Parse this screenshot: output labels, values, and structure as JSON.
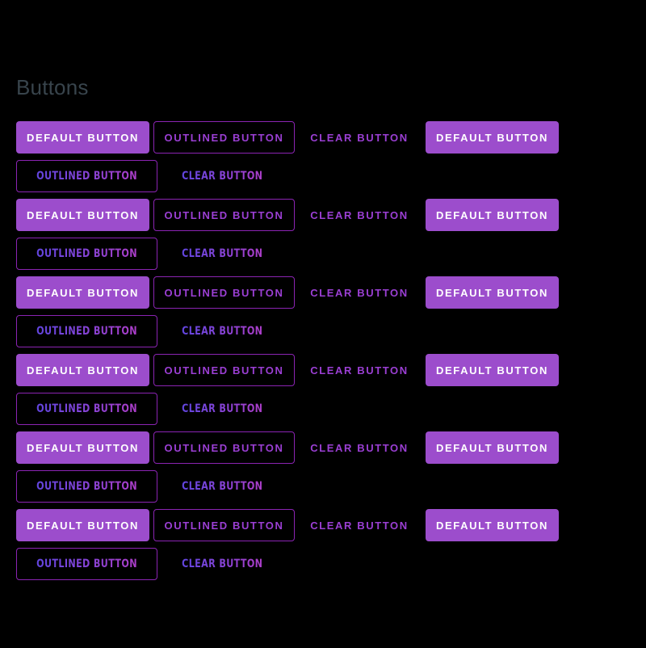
{
  "page": {
    "title": "Buttons",
    "background_color": "#000000",
    "title_color": "#38444c"
  },
  "theme": {
    "filled_background": "#9c4dcc",
    "filled_text": "#ffffff",
    "outline_border": "#8b24b3",
    "outline_text": "#9b3fd4",
    "clear_text": "#9b3fd4",
    "gradient_start": "#6245df",
    "gradient_end": "#ad3ec9"
  },
  "labels": {
    "default": "DEFAULT BUTTON",
    "outlined": "OUTLINED BUTTON",
    "clear": "CLEAR BUTTON"
  },
  "rows": [
    {
      "index": 1,
      "style_set": "A",
      "buttons": [
        {
          "variant": "default",
          "label": "DEFAULT BUTTON"
        },
        {
          "variant": "outlined",
          "label": "OUTLINED BUTTON"
        },
        {
          "variant": "clear",
          "label": "CLEAR BUTTON"
        },
        {
          "variant": "default",
          "label": "DEFAULT BUTTON"
        }
      ]
    },
    {
      "index": 2,
      "style_set": "B",
      "buttons": [
        {
          "variant": "outlined",
          "label": "OUTLINED BUTTON"
        },
        {
          "variant": "clear",
          "label": "CLEAR BUTTON"
        }
      ]
    },
    {
      "index": 3,
      "style_set": "A",
      "buttons": [
        {
          "variant": "default",
          "label": "DEFAULT BUTTON"
        },
        {
          "variant": "outlined",
          "label": "OUTLINED BUTTON"
        },
        {
          "variant": "clear",
          "label": "CLEAR BUTTON"
        },
        {
          "variant": "default",
          "label": "DEFAULT BUTTON"
        }
      ]
    },
    {
      "index": 4,
      "style_set": "B",
      "buttons": [
        {
          "variant": "outlined",
          "label": "OUTLINED BUTTON"
        },
        {
          "variant": "clear",
          "label": "CLEAR BUTTON"
        }
      ]
    },
    {
      "index": 5,
      "style_set": "A",
      "buttons": [
        {
          "variant": "default",
          "label": "DEFAULT BUTTON"
        },
        {
          "variant": "outlined",
          "label": "OUTLINED BUTTON"
        },
        {
          "variant": "clear",
          "label": "CLEAR BUTTON"
        },
        {
          "variant": "default",
          "label": "DEFAULT BUTTON"
        }
      ]
    },
    {
      "index": 6,
      "style_set": "B",
      "buttons": [
        {
          "variant": "outlined",
          "label": "OUTLINED BUTTON"
        },
        {
          "variant": "clear",
          "label": "CLEAR BUTTON"
        }
      ]
    },
    {
      "index": 7,
      "style_set": "A",
      "buttons": [
        {
          "variant": "default",
          "label": "DEFAULT BUTTON"
        },
        {
          "variant": "outlined",
          "label": "OUTLINED BUTTON"
        },
        {
          "variant": "clear",
          "label": "CLEAR BUTTON"
        },
        {
          "variant": "default",
          "label": "DEFAULT BUTTON"
        }
      ]
    },
    {
      "index": 8,
      "style_set": "B",
      "buttons": [
        {
          "variant": "outlined",
          "label": "OUTLINED BUTTON"
        },
        {
          "variant": "clear",
          "label": "CLEAR BUTTON"
        }
      ]
    },
    {
      "index": 9,
      "style_set": "A",
      "buttons": [
        {
          "variant": "default",
          "label": "DEFAULT BUTTON"
        },
        {
          "variant": "outlined",
          "label": "OUTLINED BUTTON"
        },
        {
          "variant": "clear",
          "label": "CLEAR BUTTON"
        },
        {
          "variant": "default",
          "label": "DEFAULT BUTTON"
        }
      ]
    },
    {
      "index": 10,
      "style_set": "B",
      "buttons": [
        {
          "variant": "outlined",
          "label": "OUTLINED BUTTON"
        },
        {
          "variant": "clear",
          "label": "CLEAR BUTTON"
        }
      ]
    },
    {
      "index": 11,
      "style_set": "A",
      "buttons": [
        {
          "variant": "default",
          "label": "DEFAULT BUTTON"
        },
        {
          "variant": "outlined",
          "label": "OUTLINED BUTTON"
        },
        {
          "variant": "clear",
          "label": "CLEAR BUTTON"
        },
        {
          "variant": "default",
          "label": "DEFAULT BUTTON"
        }
      ]
    },
    {
      "index": 12,
      "style_set": "B",
      "buttons": [
        {
          "variant": "outlined",
          "label": "OUTLINED BUTTON"
        },
        {
          "variant": "clear",
          "label": "CLEAR BUTTON"
        }
      ]
    }
  ]
}
